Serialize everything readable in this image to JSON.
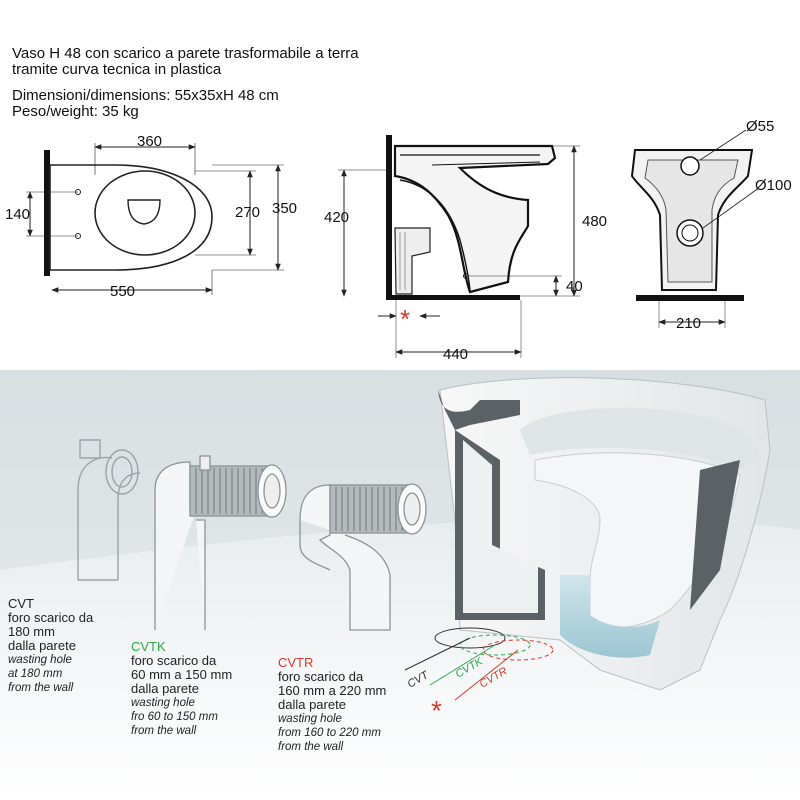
{
  "header": {
    "line1": "Vaso  H 48 con scarico a parete trasformabile a terra",
    "line2": "tramite curva tecnica in plastica",
    "line3": "Dimensioni/dimensions: 55x35xH 48 cm",
    "line4": "Peso/weight: 35 kg"
  },
  "top_view": {
    "dim_width": "360",
    "dim_length": "550",
    "dim_left": "140",
    "dim_inner": "270",
    "dim_outer": "350"
  },
  "side_view": {
    "dim_height_total": "480",
    "dim_height_outlet": "420",
    "dim_bottom": "40",
    "dim_depth": "440",
    "marker": "*"
  },
  "front_view": {
    "dim_top_hole": "Ø55",
    "dim_outlet": "Ø100",
    "dim_base": "210"
  },
  "fittings": [
    {
      "code": "CVT",
      "code_color": "#333333",
      "it_lines": [
        "foro scarico da",
        "180 mm",
        "dalla parete"
      ],
      "en_lines": [
        "wasting hole",
        "at 180 mm",
        "from the wall"
      ]
    },
    {
      "code": "CVTK",
      "code_color": "#2ea84a",
      "it_lines": [
        "foro scarico da",
        "60 mm a 150 mm",
        "dalla parete"
      ],
      "en_lines": [
        "wasting hole",
        "fro 60 to 150 mm",
        "from the wall"
      ]
    },
    {
      "code": "CVTR",
      "code_color": "#d83a2c",
      "it_lines": [
        "foro scarico da",
        "160 mm a 220 mm",
        "dalla parete"
      ],
      "en_lines": [
        "wasting hole",
        "from 160 to 220 mm",
        "from the wall"
      ]
    }
  ],
  "floor_labels": {
    "cvt": "CVT",
    "cvtk": "CVTK",
    "cvtr": "CVTR",
    "marker": "*"
  },
  "colors": {
    "accent_red": "#d83a2c",
    "accent_green": "#2ea84a",
    "wall_black": "#111111",
    "water": "#b9d9e3"
  }
}
